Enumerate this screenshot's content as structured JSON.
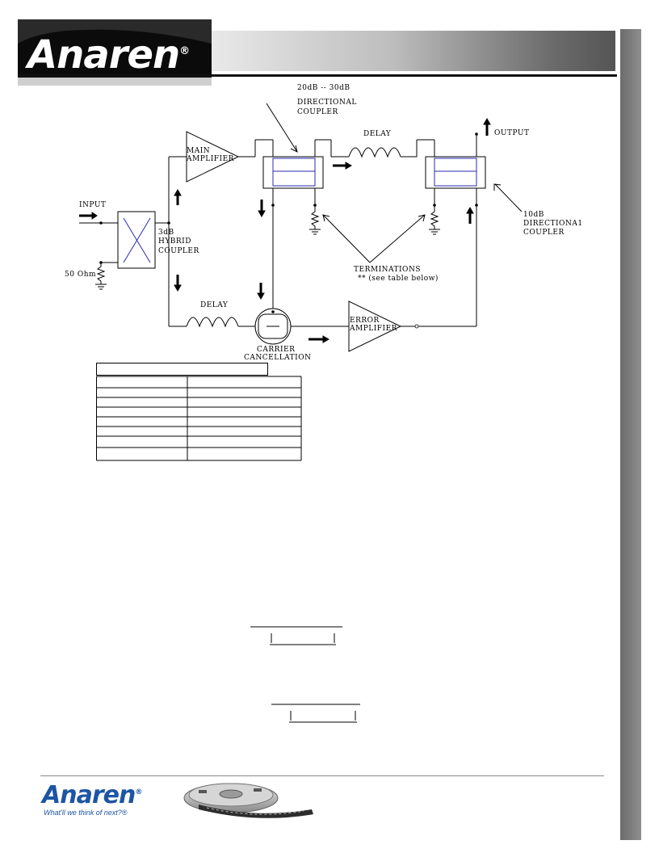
{
  "header": {
    "logo_text": "Anaren",
    "registered_mark": "®"
  },
  "diagram": {
    "coupler_20_30_line1": "20dB -- 30dB",
    "coupler_20_30_line2": "DIRECTIONAL",
    "coupler_20_30_line3": "COUPLER",
    "delay_top": "DELAY",
    "output": "OUTPUT",
    "main_amp_line1": "MAIN",
    "main_amp_line2": "AMPLIFIER",
    "input": "INPUT",
    "hybrid_line1": "3dB",
    "hybrid_line2": "HYBRID",
    "hybrid_line3": "COUPLER",
    "ohm_50": "50 Ohm",
    "coupler_10_line1": "10dB",
    "coupler_10_line2": "DIRECTIONA1",
    "coupler_10_line3": "COUPLER",
    "terminations": "TERMINATIONS",
    "terminations_note": "** (see table below)",
    "delay_bottom": "DELAY",
    "cancel_line1": "CARRIER",
    "cancel_line2": "CANCELLATION",
    "error_amp_line1": "ERROR",
    "error_amp_line2": "AMPLIFIER"
  },
  "footer": {
    "logo_text": "Anaren",
    "registered_mark": "®",
    "tagline": "What'll we think of next?®"
  }
}
